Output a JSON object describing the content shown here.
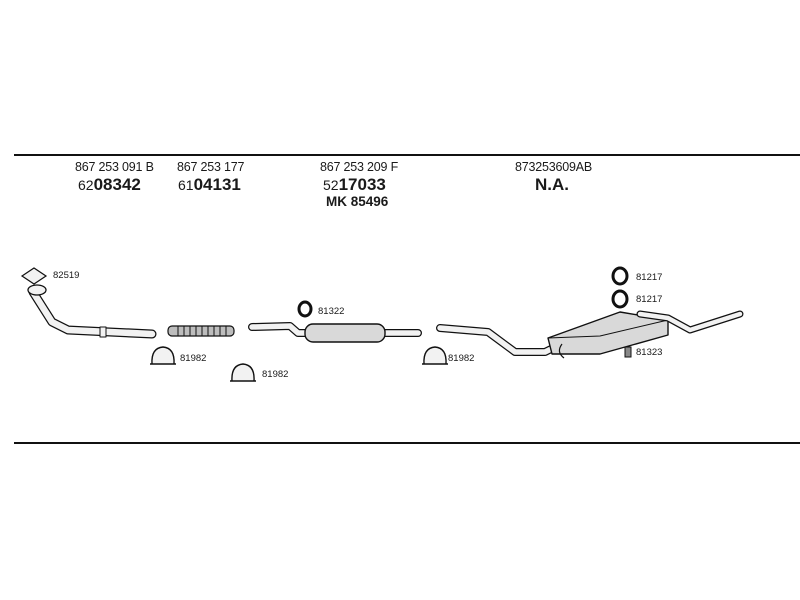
{
  "parts": [
    {
      "oe": "867 253 091 B",
      "code_prefix": "62",
      "code_main": "08342"
    },
    {
      "oe": "867 253 177",
      "code_prefix": "61",
      "code_main": "04131"
    },
    {
      "oe": "867 253 209 F",
      "code_prefix": "52",
      "code_main": "17033",
      "mk": "MK  85496"
    },
    {
      "oe": "873253609AB",
      "code_text": "N.A."
    }
  ],
  "labels": {
    "gasket": "82519",
    "clamp_a": "81982",
    "clamp_b": "81982",
    "clamp_c": "81982",
    "ring_mid": "81322",
    "ring_top": "81217",
    "ring_bottom": "81217",
    "hanger": "81323"
  },
  "colors": {
    "line": "#111111",
    "fill": "#f2f2f2",
    "shade": "#bdbdbd"
  }
}
